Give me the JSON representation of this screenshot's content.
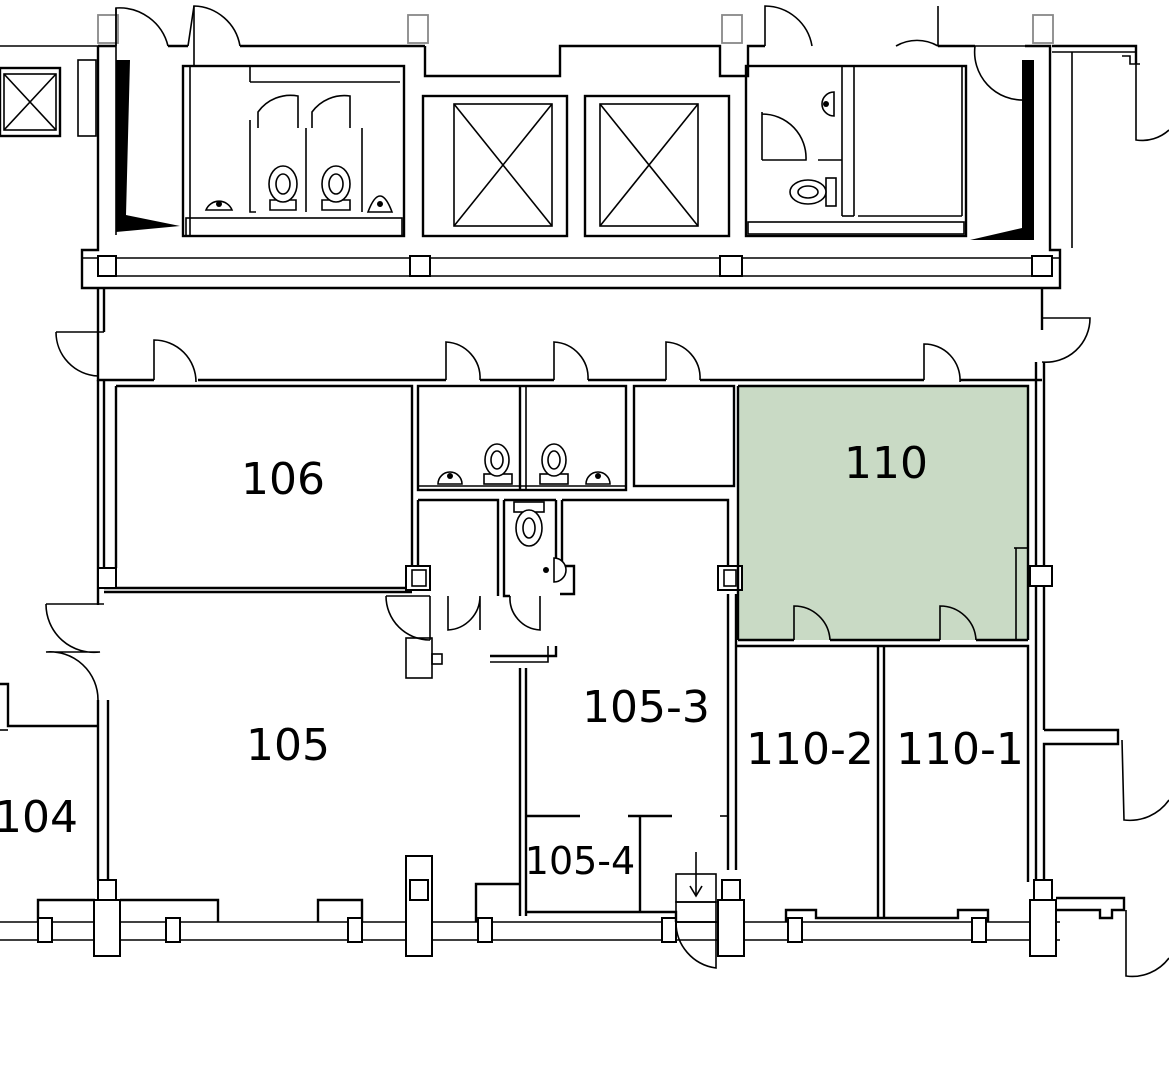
{
  "floorplan": {
    "highlight_color": "#c9dac5",
    "highlighted_room": "110",
    "rooms": {
      "r104": "104",
      "r105": "105",
      "r105_3": "105-3",
      "r105_4": "105-4",
      "r106": "106",
      "r110": "110",
      "r110_1": "110-1",
      "r110_2": "110-2"
    }
  }
}
